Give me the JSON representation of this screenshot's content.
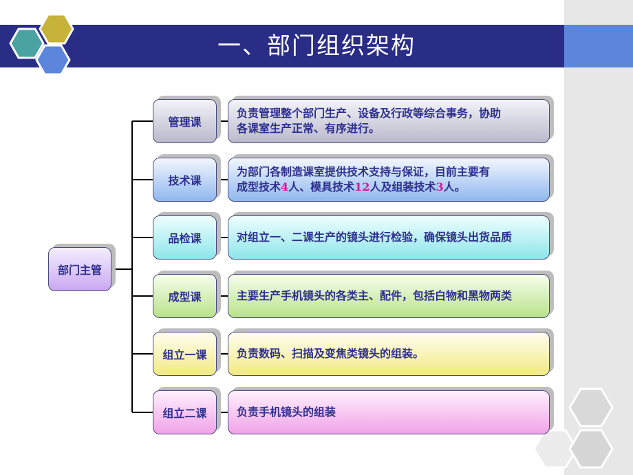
{
  "title": "一、部门组织架构",
  "root": {
    "label": "部门主管"
  },
  "departments": [
    {
      "name": "管理课",
      "desc_lines": [
        "负责管理整个部门生产、设备及行政等综合事务，协助",
        "各课室生产正常、有序进行。"
      ]
    },
    {
      "name": "技术课",
      "desc_line1": "为部门各制造课室提供技术支持与保证，目前主要有",
      "desc_line2": {
        "p1": "成型技术",
        "n1": "4",
        "p2": "人、模具技术",
        "n2": "12",
        "p3": "人及组装技术",
        "n3": "3",
        "p4": "人。"
      }
    },
    {
      "name": "品检课",
      "desc": "对组立一、二课生产的镜头进行检验，确保镜头出货品质"
    },
    {
      "name": "成型课",
      "desc": "主要生产手机镜头的各类主、配件，包括白物和黑物两类"
    },
    {
      "name": "组立一课",
      "desc": "负责数码、扫描及变焦类镜头的组装。"
    },
    {
      "name": "组立二课",
      "desc": "负责手机镜头的组装"
    }
  ],
  "colors": {
    "title_bar": "#2a2d86",
    "title_bar_accent": "#5b86dc",
    "text": "#2e2f8f",
    "highlight": "#d6189a",
    "hex_teal": "#4aa3a0",
    "hex_gold": "#c7b23a",
    "hex_blue": "#5b86dc"
  }
}
